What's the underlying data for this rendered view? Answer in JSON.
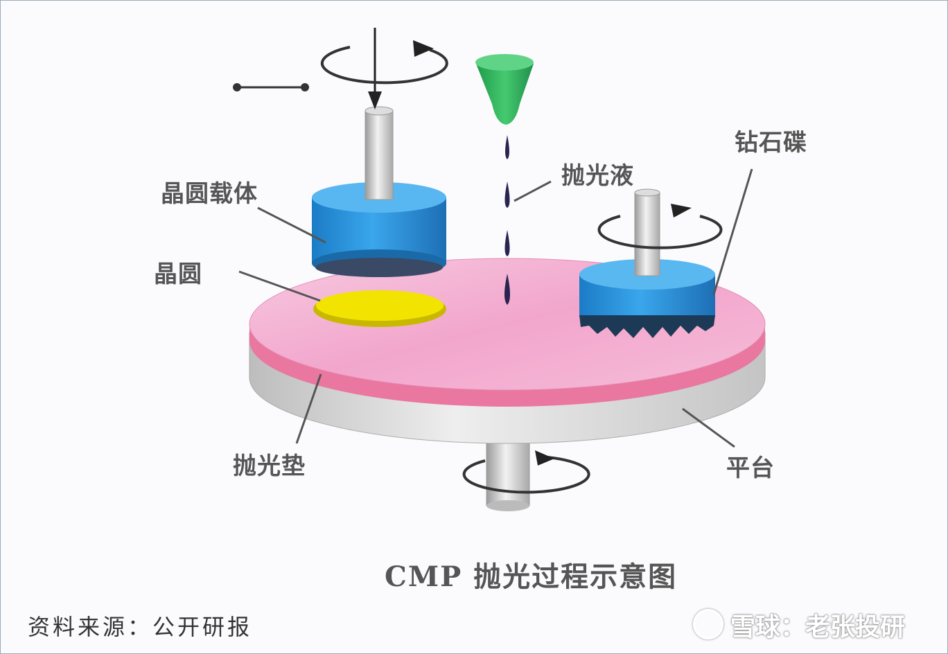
{
  "diagram": {
    "labels": {
      "wafer_carrier": "晶圆载体",
      "wafer": "晶圆",
      "slurry": "抛光液",
      "diamond_disc": "钻石碟",
      "polishing_pad": "抛光垫",
      "platen": "平台"
    },
    "caption": "CMP 抛光过程示意图",
    "source": "资料来源：公开研报",
    "watermark": "雪球：老张投研",
    "colors": {
      "carrier": "#2f8fd6",
      "wafer": "#f2e400",
      "pad": "#f2a8cf",
      "platen": "#d8d8d8",
      "nozzle": "#2fae5a",
      "slurry_drop": "#2a2550"
    }
  }
}
